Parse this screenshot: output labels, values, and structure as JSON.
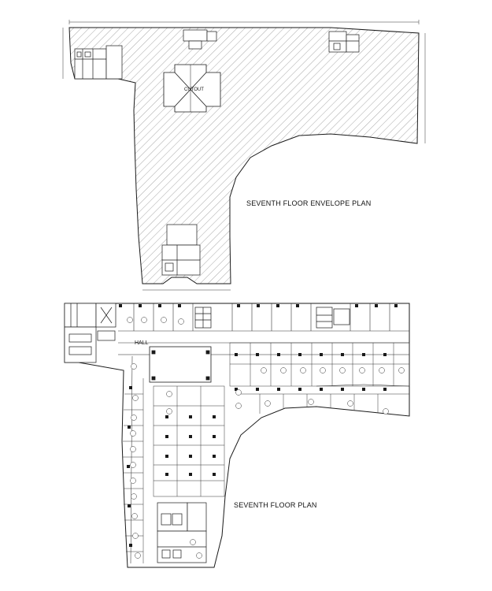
{
  "sheet": {
    "upper_plan": {
      "title": "SEVENTH FLOOR ENVELOPE PLAN",
      "cutout_label": "CUTOUT"
    },
    "lower_plan": {
      "title": "SEVENTH FLOOR PLAN",
      "hall_label": "HALL"
    },
    "colors": {
      "line": "#1a1a1a",
      "hatch": "#6d6d6d",
      "background": "#ffffff"
    }
  }
}
